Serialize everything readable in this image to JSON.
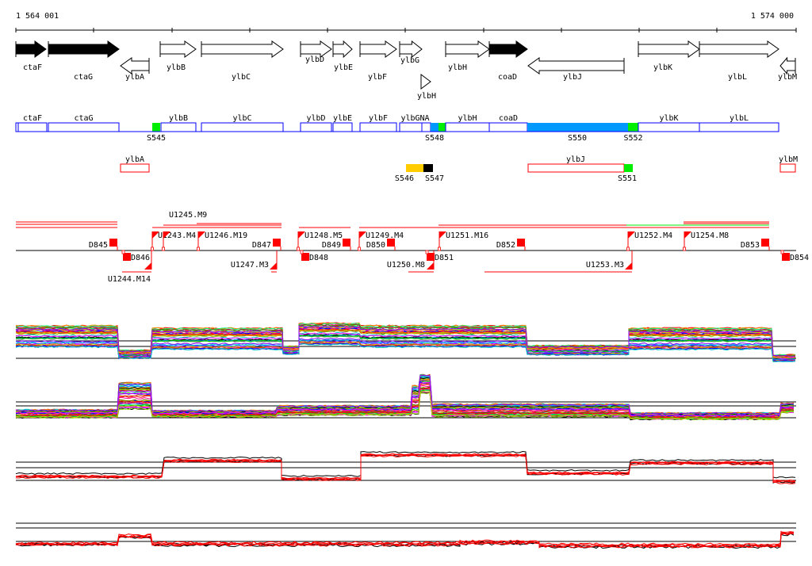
{
  "ruler": {
    "start_label": "1 564 001",
    "end_label": "1 574 000"
  },
  "genes": [
    "ctaF",
    "ctaG",
    "ylbA",
    "ylbB",
    "ylbC",
    "ylbD",
    "ylbE",
    "ylbF",
    "ylbG",
    "ylbH",
    "ylbH",
    "coaD",
    "ylbJ",
    "ylbK",
    "ylbL",
    "ylbM"
  ],
  "segments_plus": [
    "ctaF",
    "ctaG",
    "S545",
    "ylbB",
    "ylbC",
    "ylbD",
    "ylbE",
    "ylbF",
    "ylbGNA",
    "S548",
    "ylbH",
    "coaD",
    "S550",
    "S552",
    "ylbK",
    "ylbL"
  ],
  "segments_minus": [
    "ylbA",
    "S546",
    "S547",
    "ylbJ",
    "S551",
    "ylbM"
  ],
  "features": [
    "D845",
    "U1244.M14",
    "D846",
    "U1243.M4",
    "U1245.M9",
    "U1246.M19",
    "D847",
    "U1247.M3",
    "U1248.M5",
    "D848",
    "D849",
    "U1249.M4",
    "D850",
    "U1250.M8",
    "D851",
    "U1251.M16",
    "D852",
    "U1253.M3",
    "U1252.M4",
    "U1254.M8",
    "D853",
    "D854"
  ],
  "colors": {
    "plus_segment": "#0000ff",
    "minus_segment": "#ff0000",
    "segment_fill_blue": "#0099ff",
    "segment_fill_green": "#00ee00",
    "segment_fill_orange": "#ffcc00",
    "feature": "#ff0000"
  }
}
